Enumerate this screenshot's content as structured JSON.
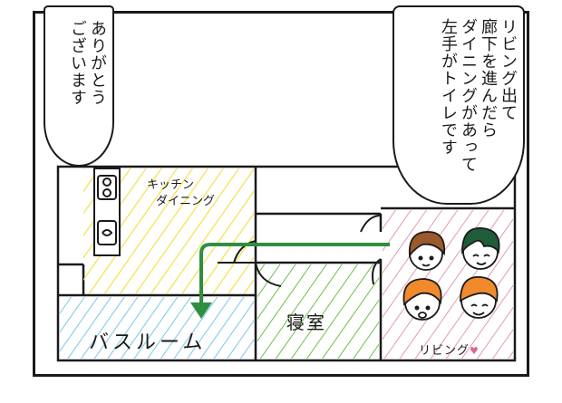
{
  "bubbles": {
    "left_text": "ありがとう\nございます",
    "right_text": "リビング出て\n廊下を進んだら\nダイニングがあって\n左手がトイレです"
  },
  "rooms": {
    "kitchen_line1": "キッチン",
    "kitchen_line2": "ダイニング",
    "bathroom": "バスルーム",
    "bedroom": "寝室",
    "living": "リビング",
    "living_heart": "♥"
  },
  "colors": {
    "kitchen_hatch": "#f2de3c",
    "bath_hatch": "#7cc6e8",
    "bed_hatch": "#6cc04a",
    "living_hatch": "#e39ab5",
    "arrow": "#2f8f3e",
    "hair_brown": "#9a5a2c",
    "hair_green": "#1f5c3a",
    "hair_orange": "#f08a2c"
  }
}
